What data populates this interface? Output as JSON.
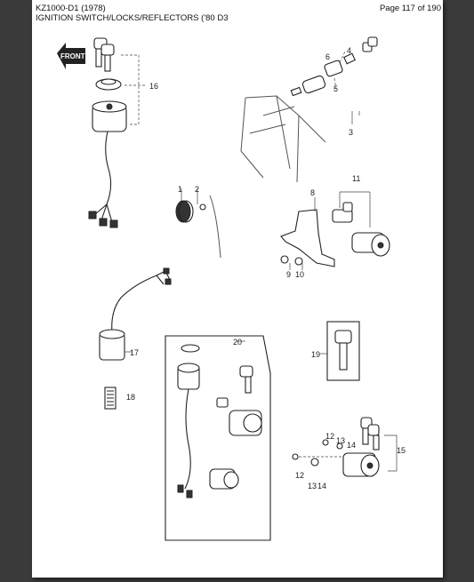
{
  "header": {
    "model": "KZ1000-D1 (1978)",
    "section": "IGNITION SWITCH/LOCKS/REFLECTORS ('80 D3",
    "page_indicator": "Page 117 of 190"
  },
  "diagram": {
    "front_arrow_label": "FRONT",
    "callouts": {
      "c1": "1",
      "c2": "2",
      "c3": "3",
      "c4": "4",
      "c5": "5",
      "c6": "6",
      "c8": "8",
      "c9": "9",
      "c10": "10",
      "c11": "11",
      "c12a": "12",
      "c13a": "13",
      "c14a": "14",
      "c15": "15",
      "c12b": "12",
      "c13b": "13",
      "c14b": "14",
      "c16": "16",
      "c17": "17",
      "c18": "18",
      "c19": "19",
      "c20": "20"
    }
  }
}
